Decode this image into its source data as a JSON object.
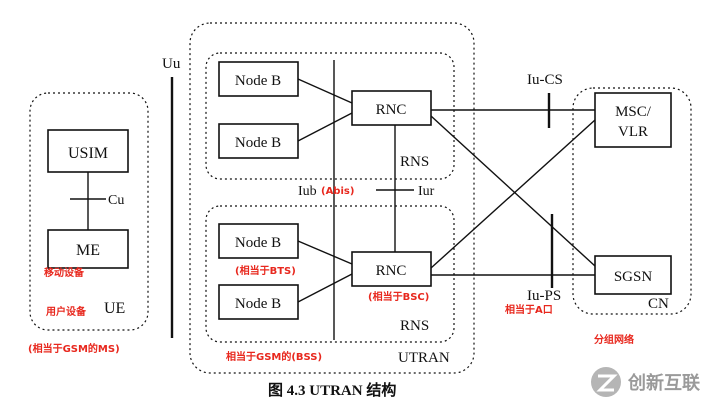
{
  "labels": {
    "uu": "Uu",
    "usim": "USIM",
    "me": "ME",
    "cu": "Cu",
    "ue": "UE",
    "node_b": "Node B",
    "rnc": "RNC",
    "rns": "RNS",
    "iub": "Iub",
    "iur": "Iur",
    "iu_cs": "Iu-CS",
    "iu_ps": "Iu-PS",
    "msc": "MSC/",
    "vlr": "VLR",
    "sgsn": "SGSN",
    "cn": "CN",
    "utran": "UTRAN",
    "caption": "图 4.3   UTRAN 结构"
  },
  "annotations": {
    "mobile_equipment": "移动设备",
    "user_equipment": "用户设备",
    "gsm_ms": "(相当于GSM的MS)",
    "abis": "(Abis)",
    "bts": "(相当于BTS)",
    "bsc": "(相当于BSC)",
    "a_interface": "相当于A口",
    "gsm_bss": "相当于GSM的(BSS)",
    "packet_network": "分组网络"
  },
  "watermark": {
    "text": "创新互联"
  },
  "colors": {
    "annotation": "#e8281e",
    "line": "#111111"
  }
}
